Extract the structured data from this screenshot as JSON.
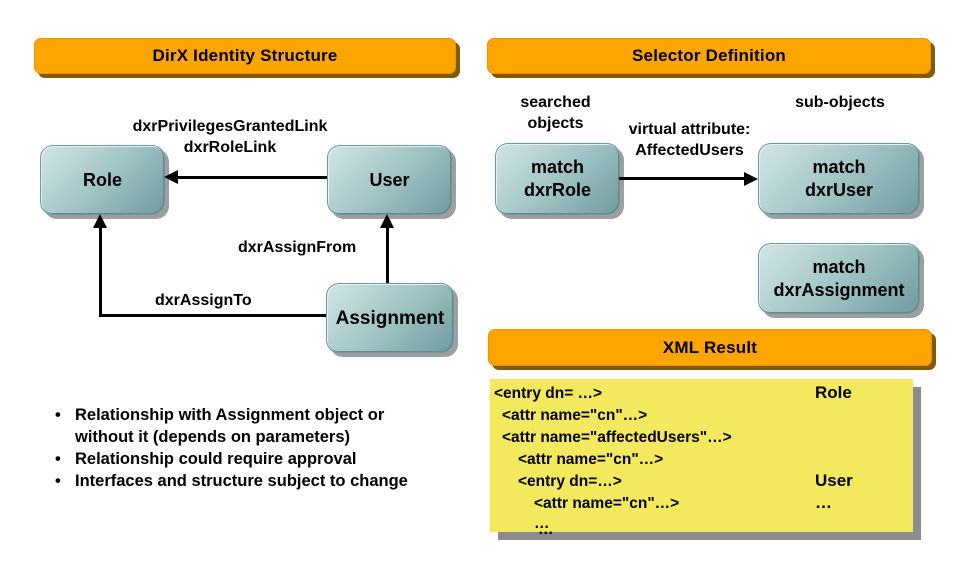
{
  "left_panel": {
    "title": "DirX Identity Structure",
    "link_labels": {
      "granted_link": "dxrPrivilegesGrantedLink\ndxrRoleLink",
      "assign_from": "dxrAssignFrom",
      "assign_to": "dxrAssignTo"
    },
    "nodes": {
      "role": "Role",
      "user": "User",
      "assignment": "Assignment"
    },
    "bullets": [
      "Relationship with Assignment object or\nwithout it (depends on parameters)",
      "Relationship could require approval",
      "Interfaces and structure subject to change"
    ],
    "bullet_marker": "•"
  },
  "right_panel": {
    "title": "Selector Definition",
    "labels": {
      "searched_objects": "searched\nobjects",
      "sub_objects": "sub-objects",
      "virtual_attribute": "virtual attribute:\nAffectedUsers"
    },
    "nodes": {
      "match_role": "match\ndxrRole",
      "match_user": "match\ndxrUser",
      "match_assignment": "match\ndxrAssignment"
    },
    "xml_result": {
      "title": "XML Result",
      "lines": [
        {
          "code": "<entry dn= …>",
          "annotation": "Role"
        },
        {
          "code": "<attr name=\"cn\"…>",
          "annotation": ""
        },
        {
          "code": "<attr name=\"affectedUsers\"…>",
          "annotation": ""
        },
        {
          "code": "<attr name=\"cn\"…>",
          "annotation": ""
        },
        {
          "code": "<entry dn=…>",
          "annotation": "User"
        },
        {
          "code": "<attr name=\"cn\"…>",
          "annotation": "…"
        },
        {
          "code": "…",
          "annotation": ""
        }
      ],
      "overflow": "…"
    }
  },
  "colors": {
    "banner_orange": "#ffa500",
    "banner_shadow": "#7d5c05",
    "node_teal_light": "#d2e5e5",
    "node_teal_dark": "#6f9b9e",
    "node_shadow": "#9e9e9e",
    "xml_yellow": "#f2e95e",
    "xml_shadow": "#8c8c8c",
    "text": "#000000"
  }
}
